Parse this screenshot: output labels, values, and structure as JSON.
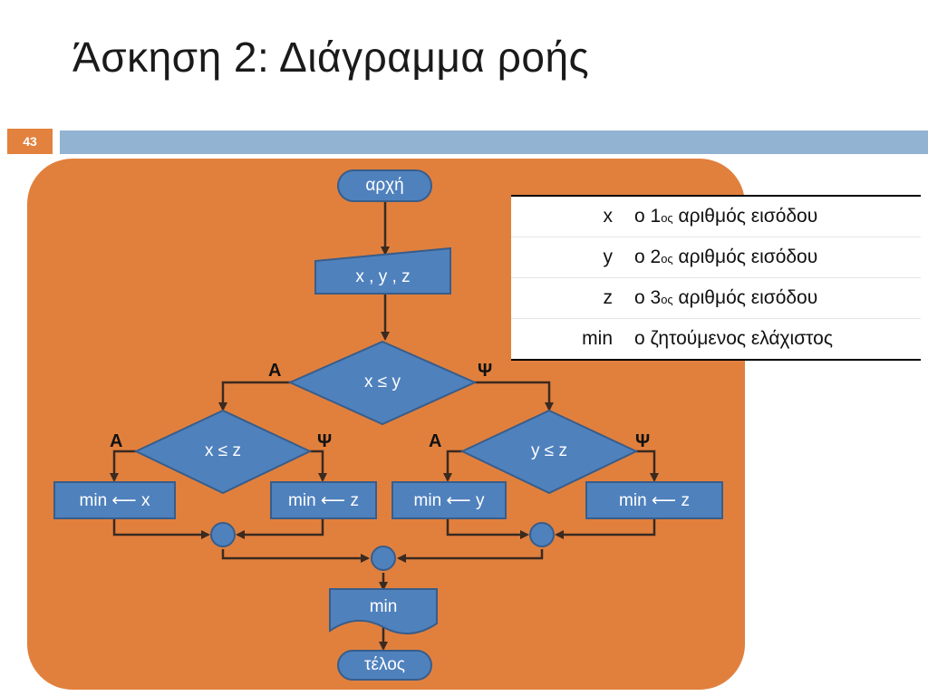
{
  "slide": {
    "title": "Άσκηση 2: Διάγραμμα ροής",
    "number": "43"
  },
  "flow": {
    "start": "αρχή",
    "input": "x , y , z",
    "cond_xy": "x ≤ y",
    "cond_xz": "x ≤ z",
    "cond_yz": "y ≤ z",
    "assign_min_x": "min ⟵ x",
    "assign_min_z_left": "min ⟵ z",
    "assign_min_y": "min ⟵ y",
    "assign_min_z_right": "min ⟵ z",
    "output": "min",
    "end": "τέλος",
    "yes_label": "Α",
    "no_label": "Ψ"
  },
  "legend": {
    "rows": [
      {
        "symbol": "x",
        "desc_prefix": "ο 1",
        "desc_sup": "ος",
        "desc_suffix": " αριθμός εισόδου"
      },
      {
        "symbol": "y",
        "desc_prefix": "ο 2",
        "desc_sup": "ος",
        "desc_suffix": " αριθμός εισόδου"
      },
      {
        "symbol": "z",
        "desc_prefix": "ο 3",
        "desc_sup": "ος",
        "desc_suffix": " αριθμός εισόδου"
      },
      {
        "symbol": "min",
        "desc_prefix": "ο ζητούμενος ελάχιστος",
        "desc_sup": "",
        "desc_suffix": ""
      }
    ]
  },
  "colors": {
    "panel": "#e1803d",
    "shape_fill": "#4f81bd",
    "shape_stroke": "#385d8a",
    "arrow": "#3a2a20",
    "header_bar": "#93b3d2",
    "slide_badge": "#e2823e"
  }
}
